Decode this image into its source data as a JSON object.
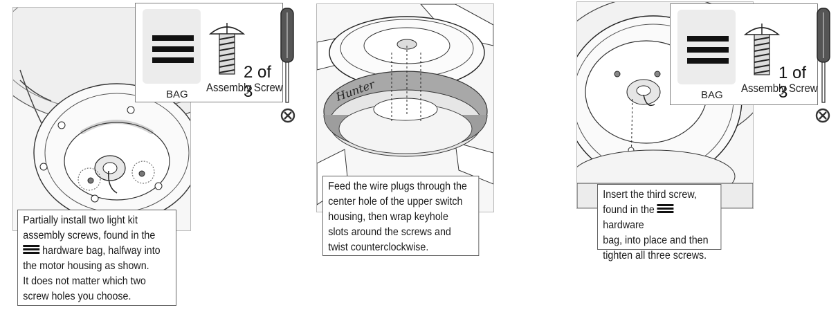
{
  "steps": [
    {
      "caption_lines": [
        "Partially install two light kit",
        "assembly screws, found in the",
        "hardware bag, halfway into",
        "the motor housing as shown.",
        "It does not matter which two",
        "screw holes you choose."
      ],
      "hardware": {
        "bag_label": "BAG",
        "count": "2 of 3",
        "name": "Assembly Screw"
      }
    },
    {
      "caption_lines": [
        "Feed the wire plugs through the",
        "center hole of the upper switch",
        "housing, then wrap keyhole",
        "slots around the screws and",
        "twist counterclockwise."
      ],
      "brand_logo_text": "Hunter"
    },
    {
      "caption_lines": [
        "Insert the third screw,",
        "found in the",
        "hardware",
        "bag, into place and then",
        "tighten all three screws."
      ],
      "hardware": {
        "bag_label": "BAG",
        "count": "1 of 3",
        "name": "Assembly Screw"
      }
    }
  ],
  "icons": {
    "bag_marker": "triple-bar-icon",
    "screw": "screw-icon",
    "screwdriver": "screwdriver-icon",
    "not_included": "not-included-icon"
  }
}
